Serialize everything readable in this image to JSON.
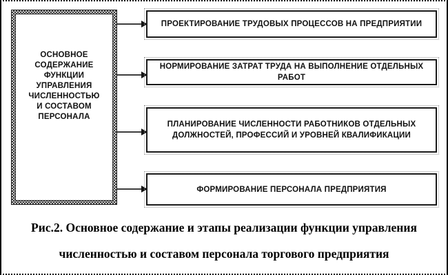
{
  "diagram": {
    "main_box": {
      "lines": [
        "ОСНОВНОЕ",
        "СОДЕРЖАНИЕ",
        "ФУНКЦИИ",
        "УПРАВЛЕНИЯ",
        "ЧИСЛЕННОСТЬЮ",
        "И СОСТАВОМ",
        "ПЕРСОНАЛА"
      ]
    },
    "stages": [
      {
        "label": "ПРОЕКТИРОВАНИЕ ТРУДОВЫХ ПРОЦЕССОВ НА ПРЕДПРИЯТИИ"
      },
      {
        "label": "НОРМИРОВАНИЕ ЗАТРАТ ТРУДА НА ВЫПОЛНЕНИЕ ОТДЕЛЬНЫХ РАБОТ"
      },
      {
        "label": "ПЛАНИРОВАНИЕ ЧИСЛЕННОСТИ РАБОТНИКОВ ОТДЕЛЬНЫХ ДОЛЖНОСТЕЙ, ПРОФЕССИЙ И УРОВНЕЙ КВАЛИФИКАЦИИ"
      },
      {
        "label": "ФОРМИРОВАНИЕ ПЕРСОНАЛА ПРЕДПРИЯТИЯ"
      }
    ],
    "caption": {
      "line1": "Рис.2. Основное содержание и этапы реализации функции управления",
      "line2": "численностью и составом персонала торгового предприятия"
    },
    "colors": {
      "border": "#1a1a1a",
      "connector_line": "#3d3d3d",
      "pattern_dark": "#3a3a3a",
      "pattern_light": "#c8c8c8",
      "background": "#ffffff"
    }
  }
}
